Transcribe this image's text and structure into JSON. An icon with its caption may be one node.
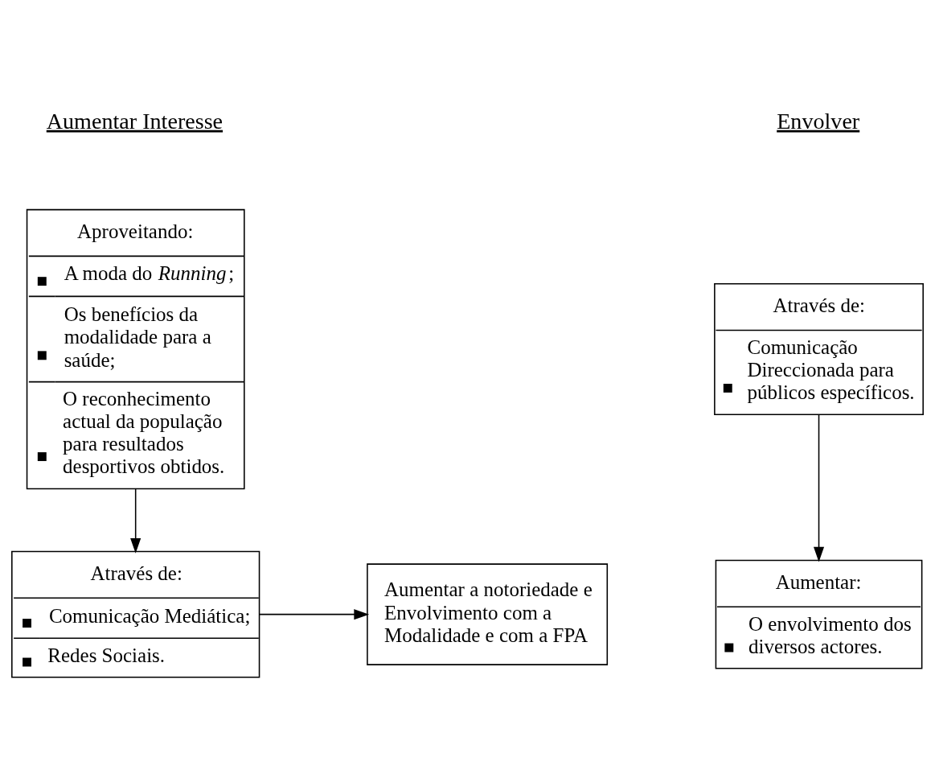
{
  "diagram": {
    "nodes": [
      {
        "text": [
          "Aproveitando:",
          "A moda do *Running*;",
          "Os benefícios da modalidade para a saúde;",
          "O reconhecimento actual da população para resultados desportivos obtidos."
        ]
      },
      {
        "text": [
          "Através de:",
          "Comunicação Mediática;",
          "Redes Sociais."
        ]
      },
      {
        "text": [
          "Aumentar a notoriedade e Envolvimento com a Modalidade e com a FPA"
        ]
      },
      {
        "text": [
          "Através de:",
          "Comunicação Direccionada para públicos específicos."
        ]
      },
      {
        "text": [
          "Aumentar:",
          "O envolvimento dos diversos actores."
        ]
      }
    ],
    "edges": [
      {
        "from": 0,
        "to": 1,
        "arrow": "to"
      },
      {
        "from": 1,
        "to": 2,
        "arrow": "to"
      },
      {
        "from": 3,
        "to": 4,
        "arrow": "to"
      }
    ],
    "labels": [
      "Aumentar Interesse",
      "Envolver"
    ]
  }
}
